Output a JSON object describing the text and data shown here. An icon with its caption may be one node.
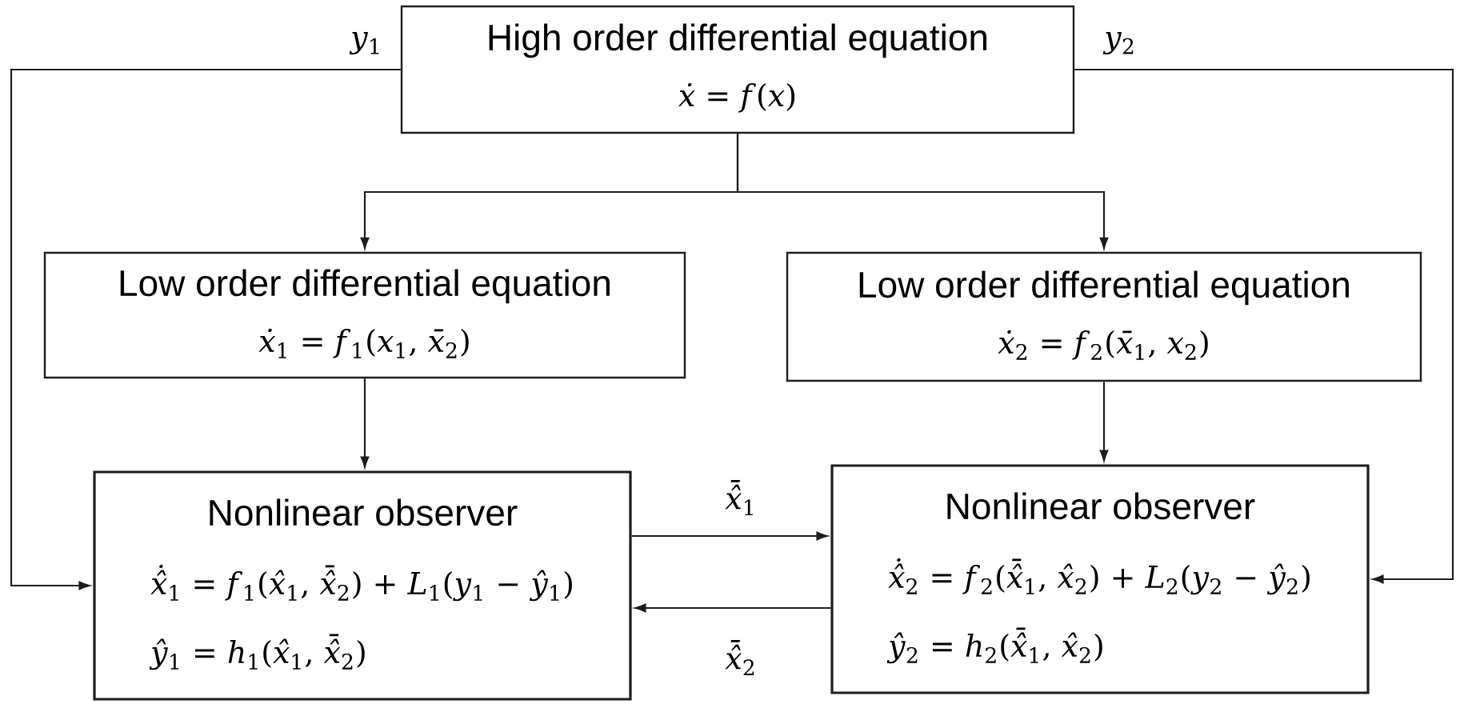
{
  "diagram": {
    "nodes": [
      {
        "text": [
          "High order differential equation",
          "*ẋ* = *f*(*x*)"
        ]
      },
      {
        "text": [
          "Low order differential equation",
          "*ẋ*$_{1}$ = *f*$_{1}$(*x*$_{1}$, *x̄*$_{2}$)"
        ]
      },
      {
        "text": [
          "Low order differential equation",
          "*ẋ*$_{2}$ = *f*$_{2}$(*x̄*$_{1}$, *x*$_{2}$)"
        ]
      },
      {
        "text": [
          "Nonlinear observer",
          "*x̂̇*$_{1}$ = *f*$_{1}$(*x̂*$_{1}$, *x̂̄*$_{2}$) + *L*$_{1}$(*y*$_{1}$ − *ŷ*$_{1}$)",
          "*ŷ*$_{1}$ = *h*$_{1}$(*x̂*$_{1}$, *x̂̄*$_{2}$)"
        ]
      },
      {
        "text": [
          "Nonlinear observer",
          "*x̂̇*$_{2}$ = *f*$_{2}$(*x̂̄*$_{1}$, *x̂*$_{2}$) + *L*$_{2}$(*y*$_{2}$ − *ŷ*$_{2}$)",
          "*ŷ*$_{2}$ = *h*$_{2}$(*x̂̄*$_{1}$, *x̂*$_{2}$)"
        ]
      }
    ],
    "edges": [
      {
        "from": 0,
        "to": 1,
        "arrow": "to"
      },
      {
        "from": 0,
        "to": 2,
        "arrow": "to"
      },
      {
        "from": 1,
        "to": 3,
        "arrow": "to"
      },
      {
        "from": 2,
        "to": 4,
        "arrow": "to"
      },
      {
        "from": 0,
        "to": 3,
        "arrow": "to",
        "label": "*y*$_{1}$"
      },
      {
        "from": 0,
        "to": 4,
        "arrow": "to",
        "label": "*y*$_{2}$"
      },
      {
        "from": 3,
        "to": 4,
        "arrow": "to",
        "label": "*x̂̄*$_{1}$"
      },
      {
        "from": 4,
        "to": 3,
        "arrow": "to",
        "label": "*x̂̄*$_{2}$"
      }
    ]
  }
}
